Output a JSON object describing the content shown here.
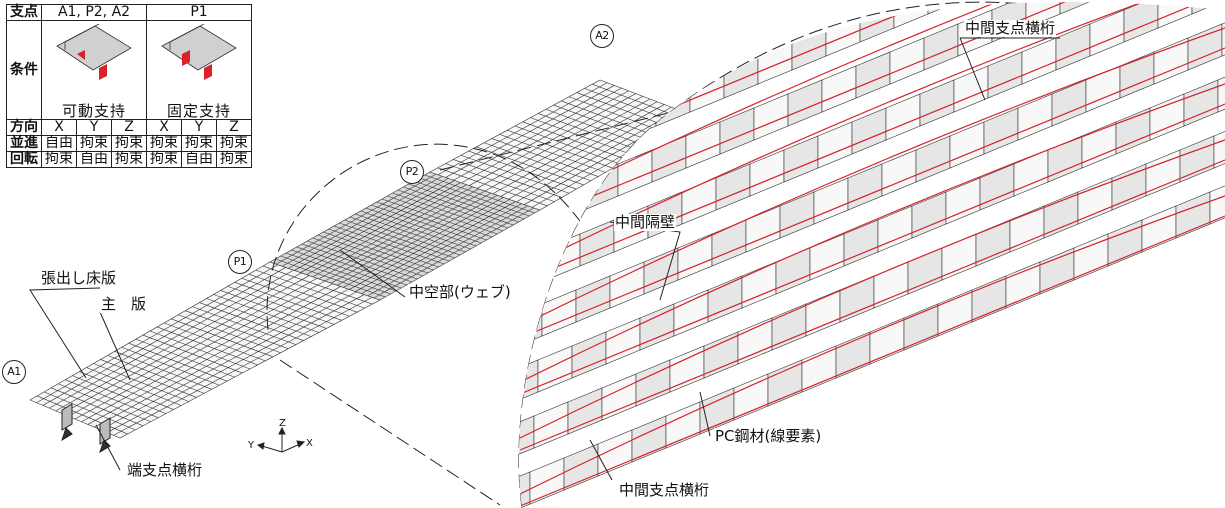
{
  "table": {
    "header_support": "支点",
    "col_a": "A1, P2, A2",
    "col_p": "P1",
    "row_condition": "条件",
    "cap_a": "可動支持",
    "cap_p": "固定支持",
    "row_direction": "方向",
    "axes": [
      "X",
      "Y",
      "Z",
      "X",
      "Y",
      "Z"
    ],
    "row_translation": "並進",
    "translation": [
      "自由",
      "拘束",
      "拘束",
      "拘束",
      "拘束",
      "拘束"
    ],
    "row_rotation": "回転",
    "rotation": [
      "拘束",
      "自由",
      "拘束",
      "拘束",
      "自由",
      "拘束"
    ]
  },
  "nodes": {
    "a1": "A1",
    "p1": "P1",
    "p2": "P2",
    "a2": "A2"
  },
  "labels": {
    "cantilever_slab": "張出し床版",
    "main_slab": "主　版",
    "end_cross_beam": "端支点横桁",
    "hollow_web": "中空部(ウェブ)",
    "mid_diaphragm": "中間隔壁",
    "pc_tendon": "PC鋼材(線要素)",
    "mid_cross_beam_top": "中間支点横桁",
    "mid_cross_beam_bottom": "中間支点横桁"
  },
  "axes_triad": {
    "z": "Z",
    "y": "Y",
    "x": "X"
  },
  "colors": {
    "tendon": "#d8232a",
    "mesh": "#333333",
    "web_fill": "#d9d9d9"
  }
}
